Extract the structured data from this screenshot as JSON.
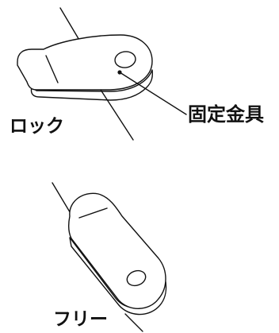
{
  "labels": {
    "lock": "ロック",
    "fixture": "固定金具",
    "free": "フリー"
  },
  "colors": {
    "stroke": "#111111",
    "background": "#ffffff"
  }
}
